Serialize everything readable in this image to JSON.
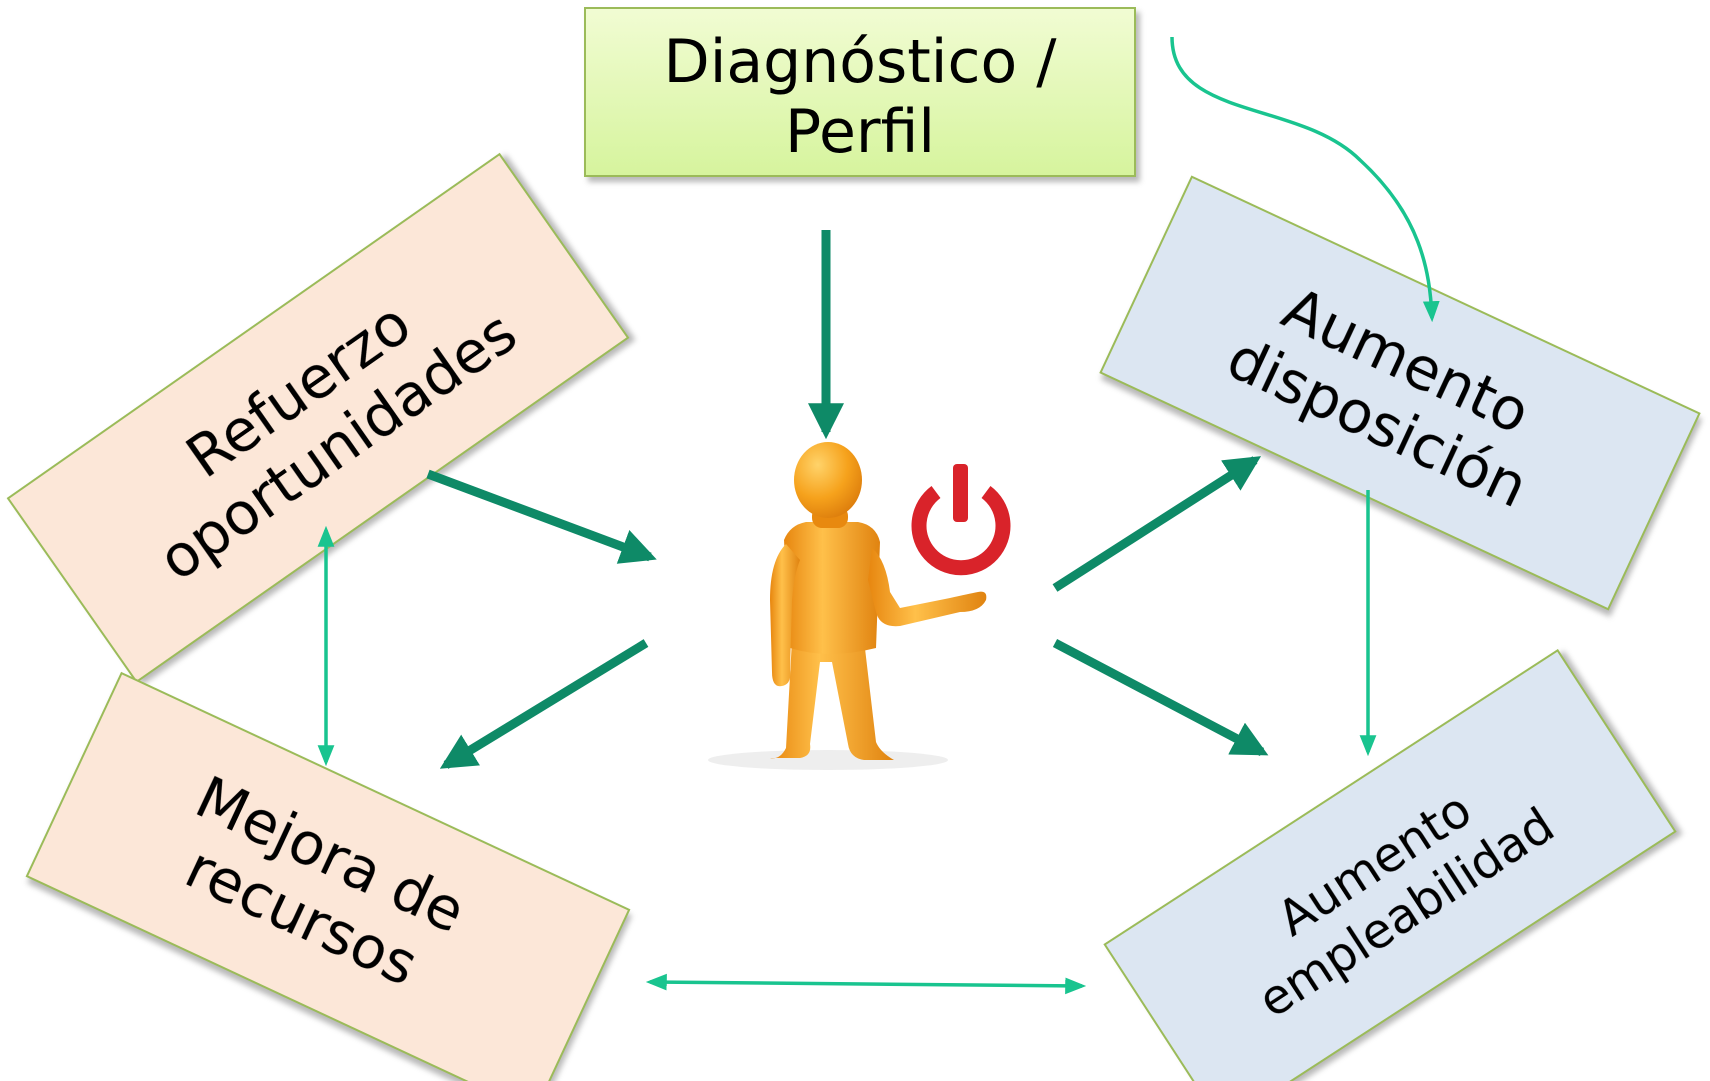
{
  "diagram": {
    "colors": {
      "box_green_top": "#eefbc9",
      "box_green_bottom": "#d8f5a2",
      "box_peach": "#fce7d8",
      "box_blue": "#dce6f2",
      "box_border": "#9bbb59",
      "arrow_dark": "#0e8a67",
      "arrow_light": "#19c48f",
      "power_red": "#d9232a",
      "figure_orange": "#f5a21b"
    },
    "boxes": {
      "diagnostico": {
        "line1": "Diagnóstico /",
        "line2": "Perfil"
      },
      "refuerzo": {
        "line1": "Refuerzo",
        "line2": "oportunidades"
      },
      "aumento_disposicion": {
        "line1": "Aumento",
        "line2": "disposición"
      },
      "mejora": {
        "line1": "Mejora de",
        "line2": "recursos"
      },
      "aumento_empleabilidad": {
        "line1": "Aumento",
        "line2": "empleabilidad"
      }
    },
    "center_icon": [
      "person-figure-icon",
      "power-icon"
    ]
  }
}
